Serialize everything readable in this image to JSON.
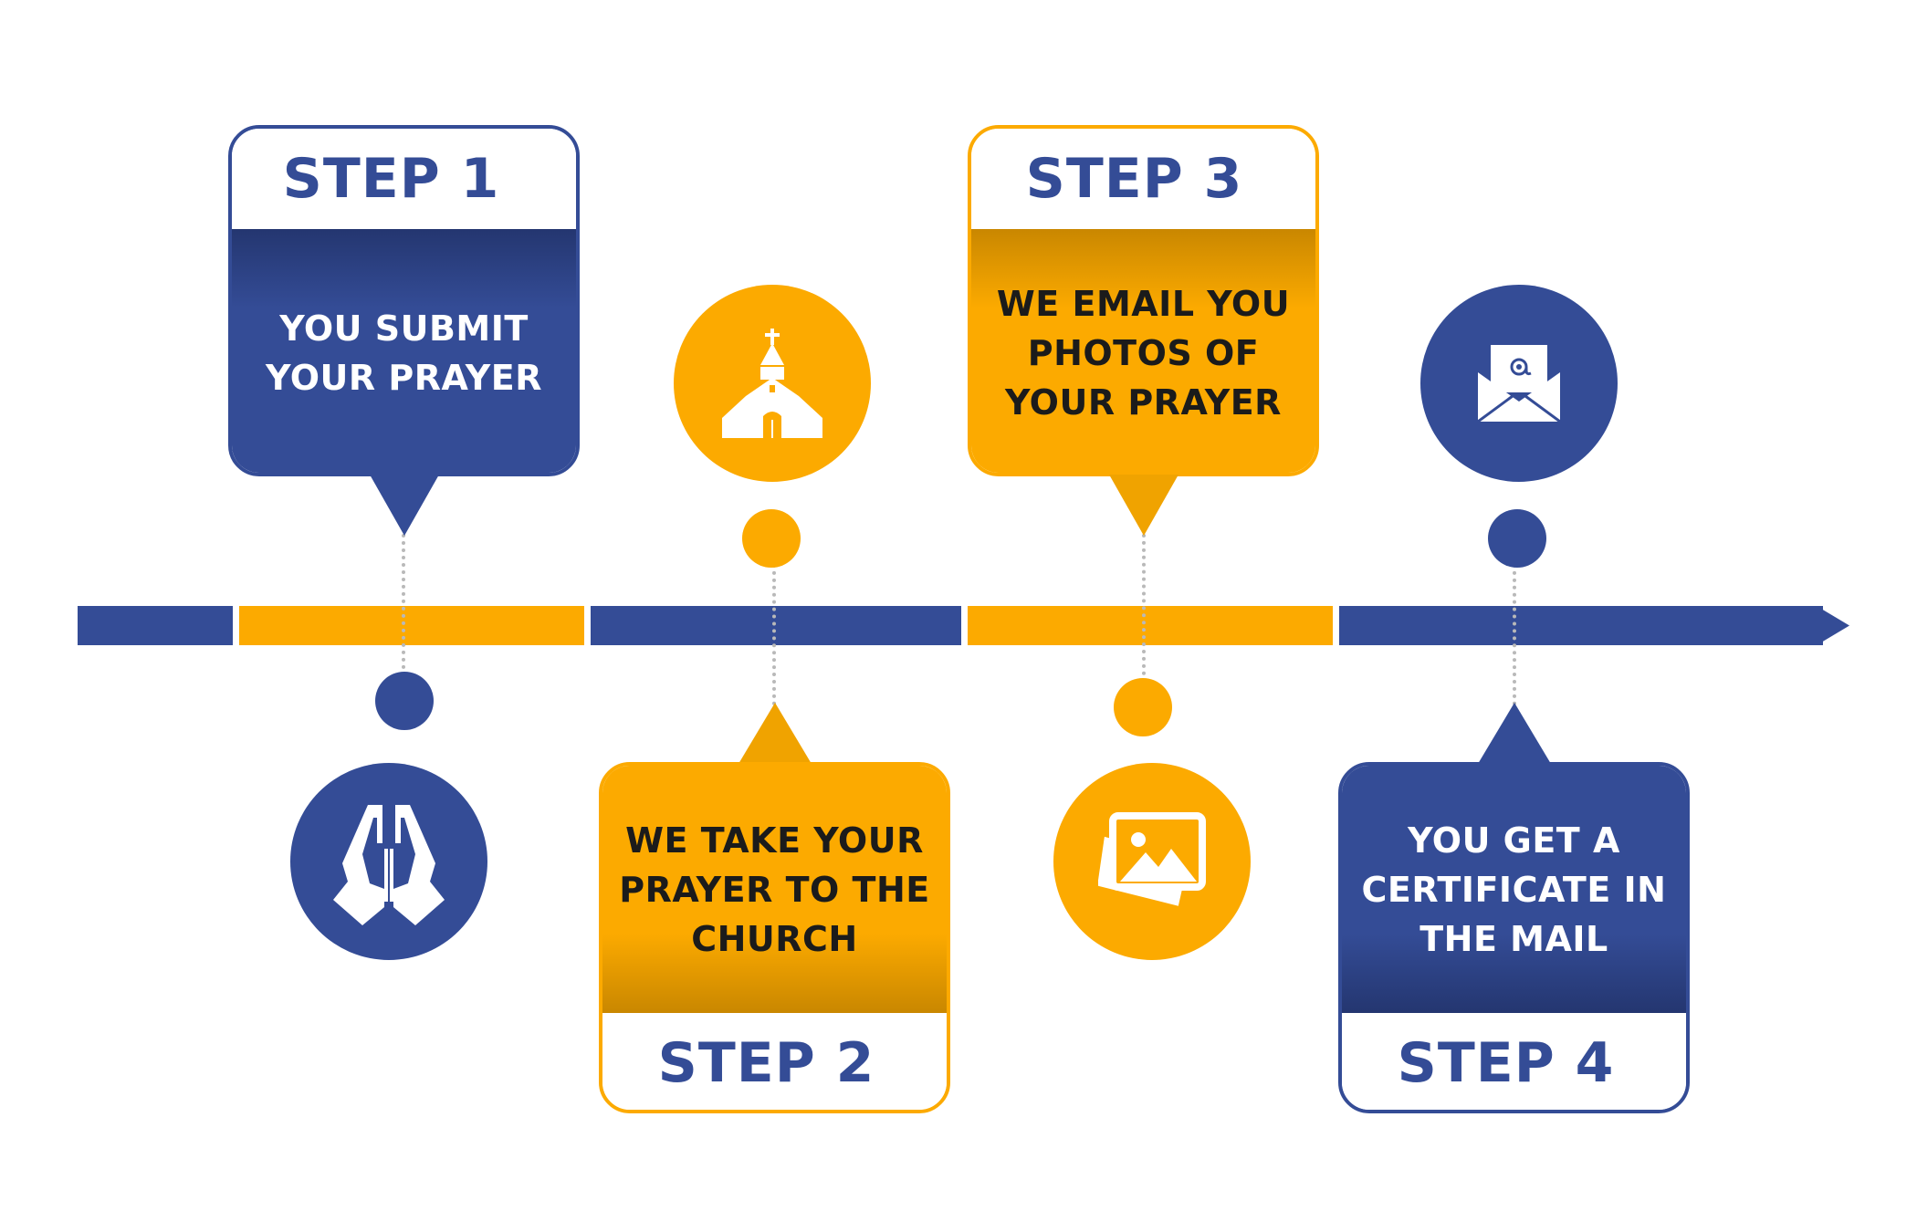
{
  "steps": [
    {
      "label": "STEP 1",
      "line1": "YOU SUBMIT",
      "line2": "YOUR PRAYER",
      "line3": "",
      "icon": "praying-hands-icon"
    },
    {
      "label": "STEP 2",
      "line1": "WE TAKE YOUR",
      "line2": "PRAYER TO THE",
      "line3": "CHURCH",
      "icon": "church-icon"
    },
    {
      "label": "STEP 3",
      "line1": "WE EMAIL YOU",
      "line2": "PHOTOS OF",
      "line3": "YOUR PRAYER",
      "icon": "photos-icon"
    },
    {
      "label": "STEP 4",
      "line1": "YOU GET A",
      "line2": "CERTIFICATE IN",
      "line3": "THE MAIL",
      "icon": "mail-icon"
    }
  ],
  "colors": {
    "blue": "#344c96",
    "orange": "#fcaa00",
    "white": "#ffffff"
  }
}
